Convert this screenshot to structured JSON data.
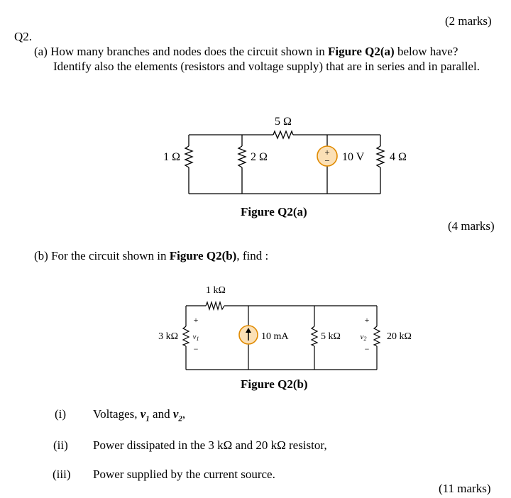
{
  "top_marks": "(2 marks)",
  "question_number": "Q2.",
  "part_a": {
    "label": "(a)",
    "line1_pre": "How many branches and nodes does the circuit shown in ",
    "line1_fig": "Figure Q2(a)",
    "line1_post": " below have?",
    "line2": "Identify also the elements (resistors and voltage supply) that are in series and in parallel."
  },
  "figure_a": {
    "r_top": "5 Ω",
    "r1": "1 Ω",
    "r2": "2 Ω",
    "source": "10 V",
    "r4": "4 Ω",
    "source_plus": "+",
    "source_minus": "−",
    "caption": "Figure Q2(a)"
  },
  "marks_a": "(4 marks)",
  "part_b": {
    "label": "(b)",
    "text_pre": "For the circuit shown in ",
    "text_fig": "Figure Q2(b)",
    "text_post": ", find :"
  },
  "figure_b": {
    "r_top": "1 kΩ",
    "r3k": "3 kΩ",
    "v1": "v",
    "v1_sub": "1",
    "current_source": "10 mA",
    "r5k": "5 kΩ",
    "v2": "v",
    "v2_sub": "2",
    "r20k": "20 kΩ",
    "plus": "+",
    "minus": "−",
    "caption": "Figure Q2(b)"
  },
  "items": [
    {
      "num": "(i)",
      "text_pre": "Voltages, ",
      "v1": "v",
      "v1_sub": "1",
      "mid": " and ",
      "v2": "v",
      "v2_sub": "2",
      "post": ","
    },
    {
      "num": "(ii)",
      "text": "Power dissipated in the 3 kΩ and 20 kΩ resistor,"
    },
    {
      "num": "(iii)",
      "text": "Power supplied by the current source."
    }
  ],
  "marks_b": "(11 marks)"
}
